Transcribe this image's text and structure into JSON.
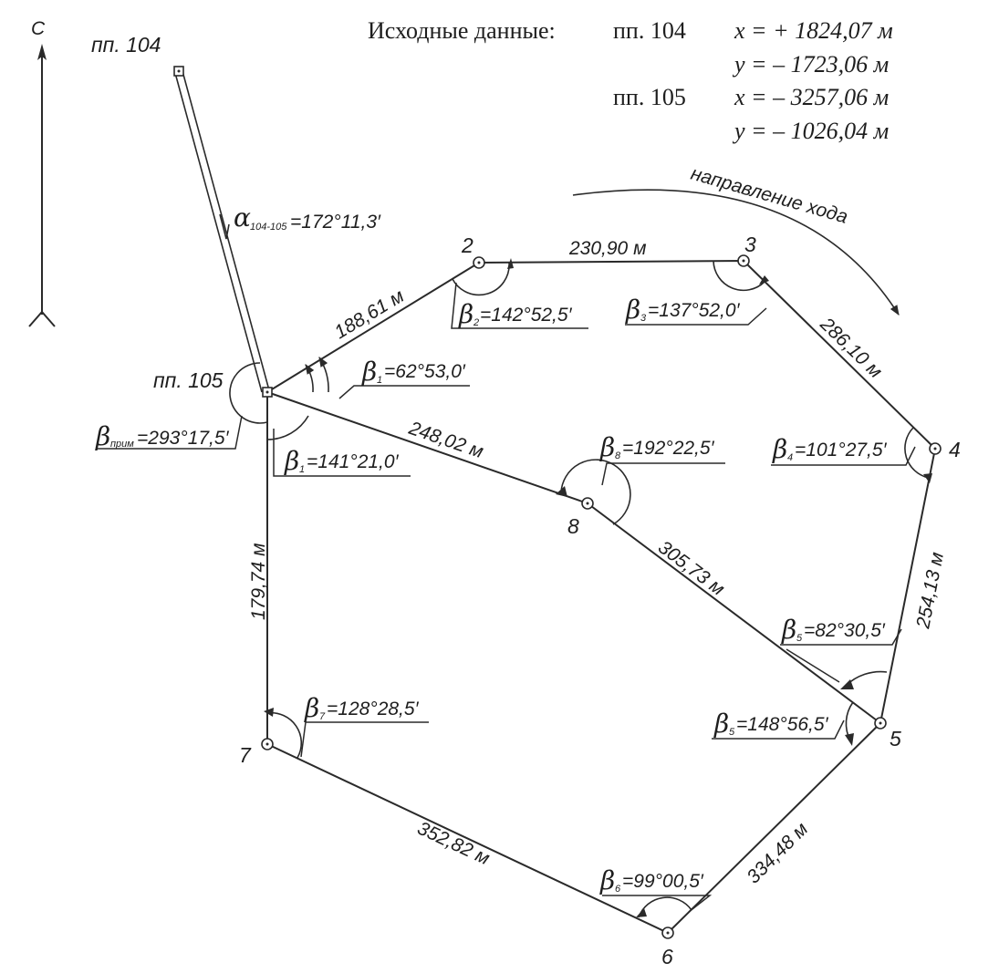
{
  "north_label": "С",
  "stations": {
    "p104": "пп. 104",
    "p105": "пп. 105",
    "s2": "2",
    "s3": "3",
    "s4": "4",
    "s5": "5",
    "s6": "6",
    "s7": "7",
    "s8": "8"
  },
  "initial_data": {
    "heading": "Исходные данные:",
    "p104_label": "пп. 104",
    "p104_x": "x = + 1824,07 м",
    "p104_y": "y = – 1723,06 м",
    "p105_label": "пп. 105",
    "p105_x": "x = – 3257,06 м",
    "p105_y": "y = – 1026,04 м"
  },
  "direction_label": "направление хода",
  "alpha": {
    "symbol": "α",
    "subscript": "104-105",
    "value": "=172°11,3′"
  },
  "distances": {
    "d105_2": "188,61 м",
    "d2_3": "230,90 м",
    "d3_4": "286,10 м",
    "d4_5": "254,13 м",
    "d8_5": "305,73 м",
    "d5_6": "334,48 м",
    "d6_7": "352,82 м",
    "d7_105": "179,74 м",
    "d105_8": "248,02 м"
  },
  "angles": [
    {
      "symbol": "β",
      "sub": "прим",
      "value": "=293°17,5′"
    },
    {
      "symbol": "β",
      "sub": "1",
      "value": "=62°53,0′"
    },
    {
      "symbol": "β",
      "sub": "1",
      "value": "=141°21,0′"
    },
    {
      "symbol": "β",
      "sub": "2",
      "value": "=142°52,5′"
    },
    {
      "symbol": "β",
      "sub": "3",
      "value": "=137°52,0′"
    },
    {
      "symbol": "β",
      "sub": "4",
      "value": "=101°27,5′"
    },
    {
      "symbol": "β",
      "sub": "5",
      "value": "=82°30,5′"
    },
    {
      "symbol": "β",
      "sub": "5",
      "value": "=148°56,5′"
    },
    {
      "symbol": "β",
      "sub": "6",
      "value": "=99°00,5′"
    },
    {
      "symbol": "β",
      "sub": "7",
      "value": "=128°28,5′"
    },
    {
      "symbol": "β",
      "sub": "8",
      "value": "=192°22,5′"
    }
  ],
  "colors": {
    "ink": "#2a2a2a",
    "paper": "#ffffff"
  }
}
